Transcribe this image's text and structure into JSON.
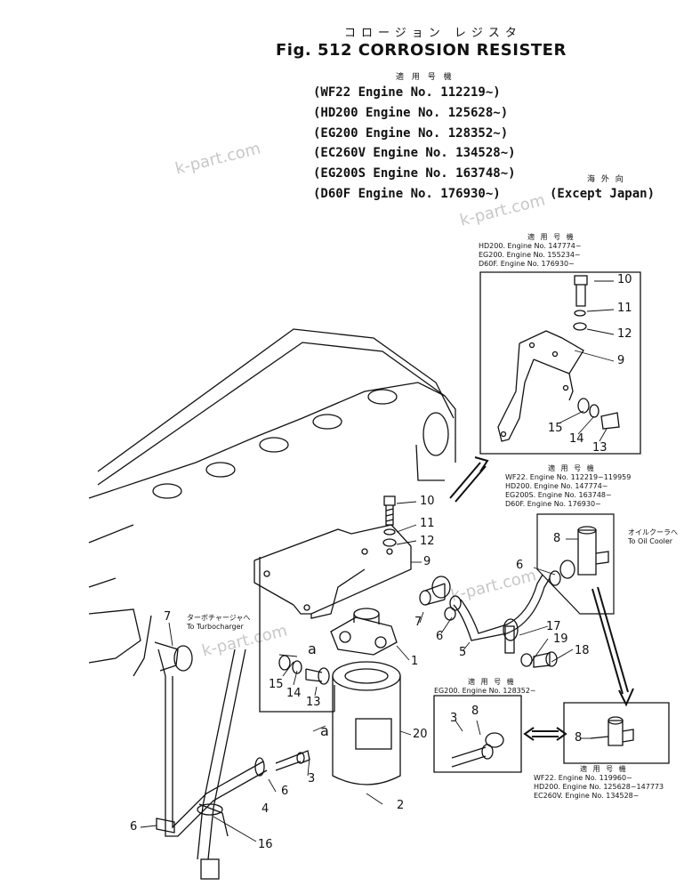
{
  "header": {
    "jp_title": "コロージョン レジスタ",
    "title": "Fig. 512 CORROSION RESISTER",
    "applicability_jp": "適 用 号 機",
    "applicability": [
      "(WF22   Engine No. 112219~)",
      "(HD200  Engine No. 125628~)",
      "(EG200  Engine No. 128352~)",
      "(EC260V Engine No. 134528~)",
      "(EG200S Engine No. 163748~)",
      "(D60F   Engine No. 176930~)"
    ],
    "except_jp": "海 外 向",
    "except": "(Except Japan)"
  },
  "watermark": "k-part.com",
  "boxes": {
    "top_right": {
      "jp": "適 用 号 機",
      "lines": [
        "HD200. Engine No. 147774~",
        "EG200. Engine No. 155234~",
        "D60F.  Engine No. 176930~"
      ]
    },
    "mid_right": {
      "jp": "適 用 号 機",
      "lines": [
        "WF22.   Engine No. 112219~119959",
        "HD200.  Engine No. 147774~",
        "EG200S. Engine No. 163748~",
        "D60F.   Engine No. 176930~"
      ],
      "jp_to_oil_cooler": "オイルクーラへ",
      "to_oil_cooler": "To Oil Cooler"
    },
    "bottom_mid": {
      "jp": "適 用 号 機",
      "lines": [
        "EG200. Engine No. 128352~"
      ]
    },
    "bottom_right": {
      "jp": "適 用 号 機",
      "lines": [
        "WF22.   Engine No. 119960~",
        "HD200.  Engine No. 125628~147773",
        "EC260V. Engine No. 134528~"
      ]
    },
    "turbo": {
      "jp": "ターボチャージャへ",
      "en": "To Turbocharger"
    }
  },
  "part_numbers": [
    "1",
    "2",
    "3",
    "4",
    "5",
    "6",
    "7",
    "8",
    "9",
    "10",
    "11",
    "12",
    "13",
    "14",
    "15",
    "16",
    "17",
    "18",
    "19",
    "20",
    "a"
  ]
}
